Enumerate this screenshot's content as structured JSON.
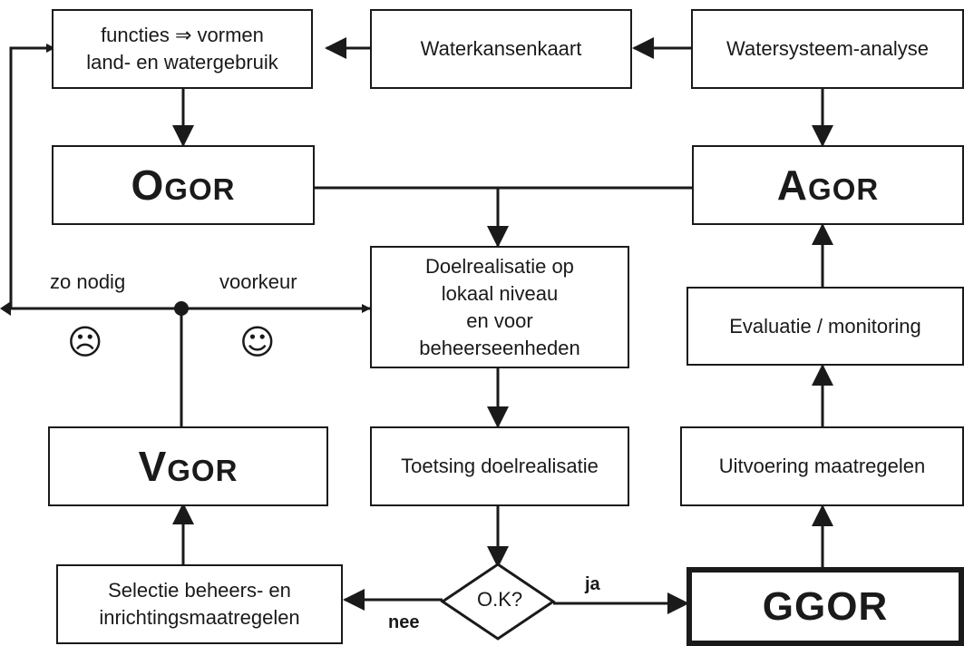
{
  "boxes": {
    "functies": {
      "line1": "functies ⇒ vormen",
      "line2": "land- en watergebruik"
    },
    "waterkansenkaart": "Waterkansenkaart",
    "watersysteem": "Watersysteem-analyse",
    "ogor": {
      "cap": "O",
      "rest": "GOR"
    },
    "agor": {
      "cap": "A",
      "rest": "GOR"
    },
    "vgor": {
      "cap": "V",
      "rest": "GOR"
    },
    "ggor": "GGOR",
    "doelrealisatie": {
      "line1": "Doelrealisatie op",
      "line2": "lokaal niveau",
      "line3": "en  voor",
      "line4": "beheerseenheden"
    },
    "toetsing": "Toetsing doelrealisatie",
    "evaluatie": "Evaluatie / monitoring",
    "uitvoering": "Uitvoering maatregelen",
    "selectie": {
      "line1": "Selectie beheers- en",
      "line2": "inrichtingsmaatregelen"
    }
  },
  "decision": "O.K?",
  "labels": {
    "zo_nodig": "zo nodig",
    "voorkeur": "voorkeur",
    "ja": "ja",
    "nee": "nee"
  },
  "icons": {
    "sad": "sad-face-icon",
    "happy": "happy-face-icon"
  }
}
